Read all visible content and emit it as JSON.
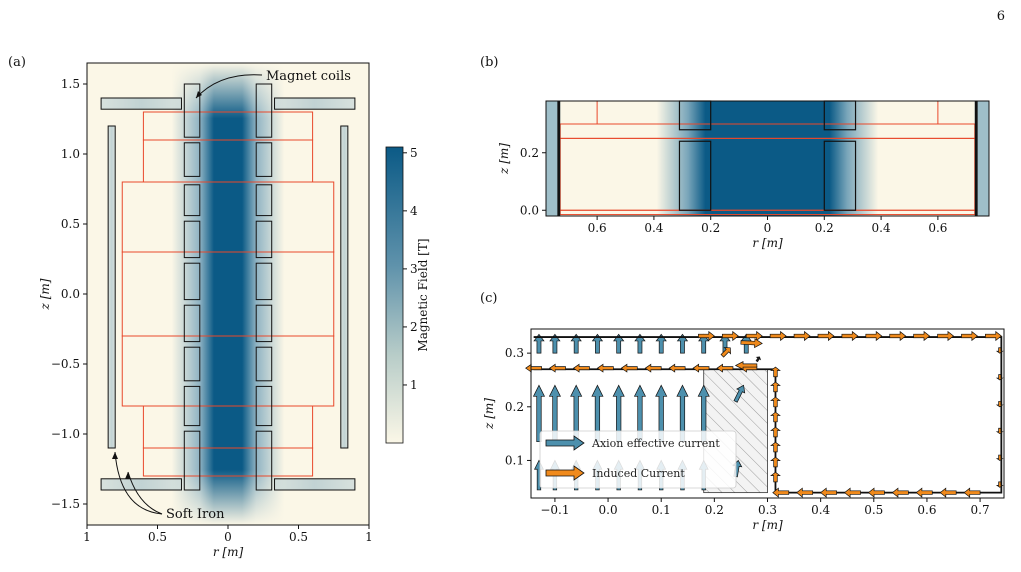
{
  "page_number": "6",
  "panels": {
    "a": {
      "label": "(a)",
      "annotations": {
        "coils": "Magnet coils",
        "iron": "Soft Iron"
      },
      "colorbar": {
        "label": "Magnetic Field [T]",
        "ticks": [
          {
            "v": 1,
            "t": "1"
          },
          {
            "v": 2,
            "t": "2"
          },
          {
            "v": 3,
            "t": "3"
          },
          {
            "v": 4,
            "t": "4"
          },
          {
            "v": 5,
            "t": "5"
          }
        ],
        "range": [
          0,
          5.1
        ]
      },
      "colors": {
        "cold": "#fbf7e7",
        "hot": "#0b5a86",
        "outline": "#111111",
        "region": "#e8482b"
      }
    },
    "b": {
      "label": "(b)"
    },
    "c": {
      "label": "(c)",
      "legend": [
        "Axion effective current",
        "Induced Current"
      ],
      "colors": {
        "axion": "#4d90ad",
        "induced": "#f08a1c"
      }
    }
  },
  "chart_data": [
    {
      "type": "heatmap",
      "panel": "a",
      "title": "",
      "xlabel": "r [m]",
      "ylabel": "z [m]",
      "xlim": [
        -1.0,
        1.0
      ],
      "ylim": [
        -1.65,
        1.65
      ],
      "xticks": [
        {
          "v": -1,
          "t": "1"
        },
        {
          "v": -0.5,
          "t": "0.5"
        },
        {
          "v": 0,
          "t": "0"
        },
        {
          "v": 0.5,
          "t": "0.5"
        },
        {
          "v": 1,
          "t": "1"
        }
      ],
      "yticks": [
        {
          "v": -1.5,
          "t": "−1.5"
        },
        {
          "v": -1.0,
          "t": "−1.0"
        },
        {
          "v": -0.5,
          "t": "−0.5"
        },
        {
          "v": 0.0,
          "t": "0.0"
        },
        {
          "v": 0.5,
          "t": "0.5"
        },
        {
          "v": 1.0,
          "t": "1.0"
        },
        {
          "v": 1.5,
          "t": "1.5"
        }
      ],
      "field_core": {
        "r_half_width": 0.18,
        "max_T": 5.0
      },
      "coils": [
        {
          "r": [
            -0.31,
            -0.2
          ],
          "z": [
            -1.4,
            1.5
          ]
        },
        {
          "r": [
            0.2,
            0.31
          ],
          "z": [
            -1.4,
            1.5
          ]
        }
      ],
      "soft_iron": [
        {
          "r": [
            -0.9,
            -0.33
          ],
          "z": [
            1.32,
            1.4
          ]
        },
        {
          "r": [
            0.33,
            0.9
          ],
          "z": [
            1.32,
            1.4
          ]
        },
        {
          "r": [
            -0.9,
            -0.33
          ],
          "z": [
            -1.32,
            -1.4
          ]
        },
        {
          "r": [
            0.33,
            0.9
          ],
          "z": [
            -1.32,
            -1.4
          ]
        },
        {
          "r": [
            -0.85,
            -0.8
          ],
          "z": [
            -1.1,
            1.2
          ]
        },
        {
          "r": [
            0.8,
            0.85
          ],
          "z": [
            -1.1,
            1.2
          ]
        }
      ],
      "regions": [
        {
          "r": [
            -0.6,
            0.6
          ],
          "z": [
            1.1,
            1.3
          ]
        },
        {
          "r": [
            -0.6,
            0.6
          ],
          "z": [
            0.8,
            1.1
          ]
        },
        {
          "r": [
            -0.75,
            0.75
          ],
          "z": [
            0.3,
            0.8
          ]
        },
        {
          "r": [
            -0.75,
            0.75
          ],
          "z": [
            -0.3,
            0.3
          ]
        },
        {
          "r": [
            -0.75,
            0.75
          ],
          "z": [
            -0.8,
            -0.3
          ]
        },
        {
          "r": [
            -0.6,
            0.6
          ],
          "z": [
            -1.1,
            -0.8
          ]
        },
        {
          "r": [
            -0.6,
            0.6
          ],
          "z": [
            -1.3,
            -1.1
          ]
        }
      ]
    },
    {
      "type": "heatmap",
      "panel": "b",
      "title": "",
      "xlabel": "r [m]",
      "ylabel": "z [m]",
      "xlim": [
        -0.78,
        0.78
      ],
      "ylim": [
        -0.02,
        0.38
      ],
      "xticks": [
        {
          "v": -0.6,
          "t": "0.6"
        },
        {
          "v": -0.4,
          "t": "0.4"
        },
        {
          "v": -0.2,
          "t": "0.2"
        },
        {
          "v": 0,
          "t": "0"
        },
        {
          "v": 0.2,
          "t": "0.2"
        },
        {
          "v": 0.4,
          "t": "0.4"
        },
        {
          "v": 0.6,
          "t": "0.6"
        }
      ],
      "yticks": [
        {
          "v": 0.0,
          "t": "0.0"
        },
        {
          "v": 0.2,
          "t": "0.2"
        }
      ]
    },
    {
      "type": "vector",
      "panel": "c",
      "title": "",
      "xlabel": "r [m]",
      "ylabel": "z [m]",
      "xlim": [
        -0.145,
        0.745
      ],
      "ylim": [
        0.03,
        0.345
      ],
      "xticks": [
        {
          "v": -0.1,
          "t": "−0.1"
        },
        {
          "v": 0.0,
          "t": "0.0"
        },
        {
          "v": 0.1,
          "t": "0.1"
        },
        {
          "v": 0.2,
          "t": "0.2"
        },
        {
          "v": 0.3,
          "t": "0.3"
        },
        {
          "v": 0.4,
          "t": "0.4"
        },
        {
          "v": 0.5,
          "t": "0.5"
        },
        {
          "v": 0.6,
          "t": "0.6"
        },
        {
          "v": 0.7,
          "t": "0.7"
        }
      ],
      "yticks": [
        {
          "v": 0.1,
          "t": "0.1"
        },
        {
          "v": 0.2,
          "t": "0.2"
        },
        {
          "v": 0.3,
          "t": "0.3"
        }
      ],
      "series": [
        {
          "name": "Axion effective current"
        },
        {
          "name": "Induced Current"
        }
      ]
    }
  ]
}
